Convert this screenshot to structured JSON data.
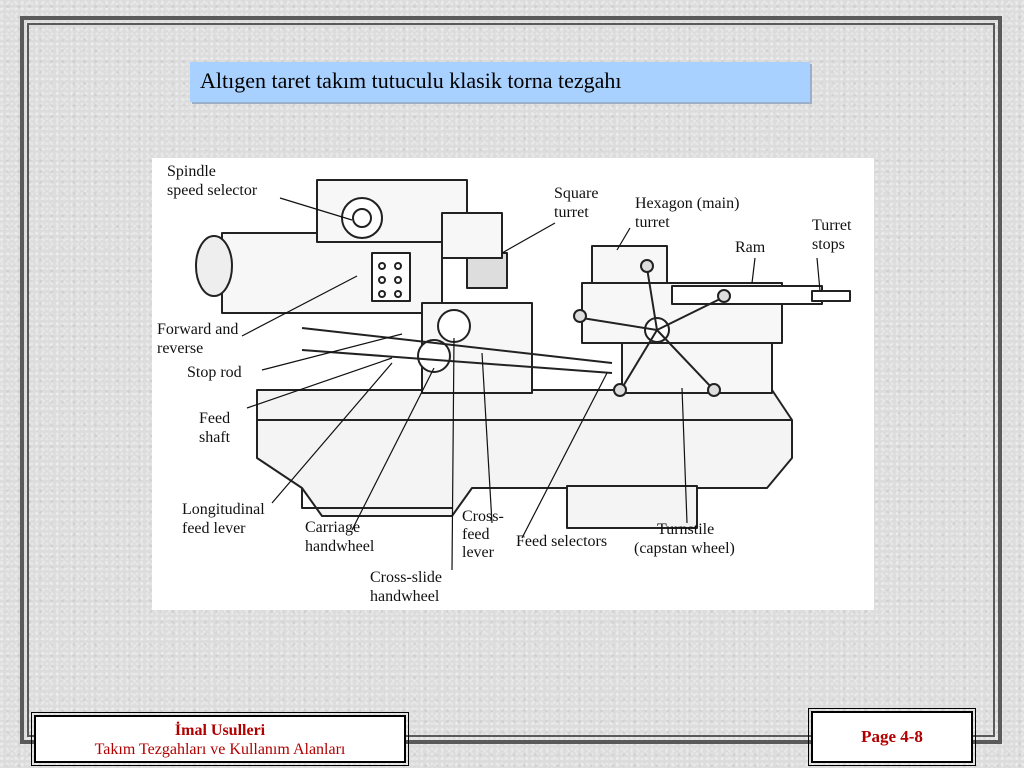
{
  "slide": {
    "title": "Altıgen taret takım tutuculu klasik torna tezgahı"
  },
  "figure": {
    "labels": {
      "spindle_speed_selector_1": "Spindle",
      "spindle_speed_selector_2": "speed selector",
      "square_turret_1": "Square",
      "square_turret_2": "turret",
      "hexagon_turret_1": "Hexagon (main)",
      "hexagon_turret_2": "turret",
      "turret_stops_1": "Turret",
      "turret_stops_2": "stops",
      "ram": "Ram",
      "forward_reverse_1": "Forward and",
      "forward_reverse_2": "reverse",
      "stop_rod": "Stop rod",
      "feed_shaft_1": "Feed",
      "feed_shaft_2": "shaft",
      "longitudinal_1": "Longitudinal",
      "longitudinal_2": "feed lever",
      "carriage_1": "Carriage",
      "carriage_2": "handwheel",
      "cross_feed_1": "Cross-",
      "cross_feed_2": "feed",
      "cross_feed_3": "lever",
      "feed_selectors": "Feed selectors",
      "turnstile_1": "Turnstile",
      "turnstile_2": "(capstan wheel)",
      "cross_slide_1": "Cross-slide",
      "cross_slide_2": "handwheel"
    }
  },
  "footer": {
    "course": "İmal Usulleri",
    "subtitle": "Takım Tezgahları ve Kullanım Alanları",
    "page": "Page 4-8"
  }
}
